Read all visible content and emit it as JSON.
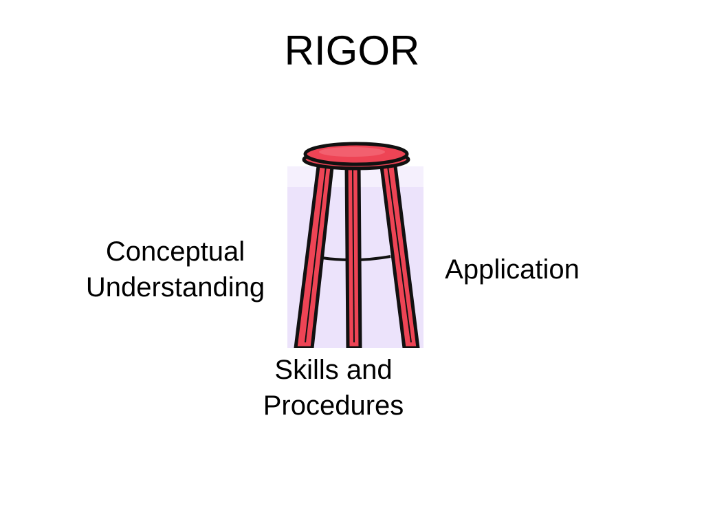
{
  "slide": {
    "title": "RIGOR",
    "labels": {
      "left": [
        "Conceptual",
        "Understanding"
      ],
      "right": [
        "Application"
      ],
      "bottom": [
        "Skills and",
        "Procedures"
      ]
    }
  },
  "colors": {
    "background": "#ffffff",
    "stool_red": "#ee4455",
    "stool_outline": "#111111",
    "backdrop_lavender": "#ece3fb"
  },
  "illustration": {
    "icon": "stool-icon"
  }
}
